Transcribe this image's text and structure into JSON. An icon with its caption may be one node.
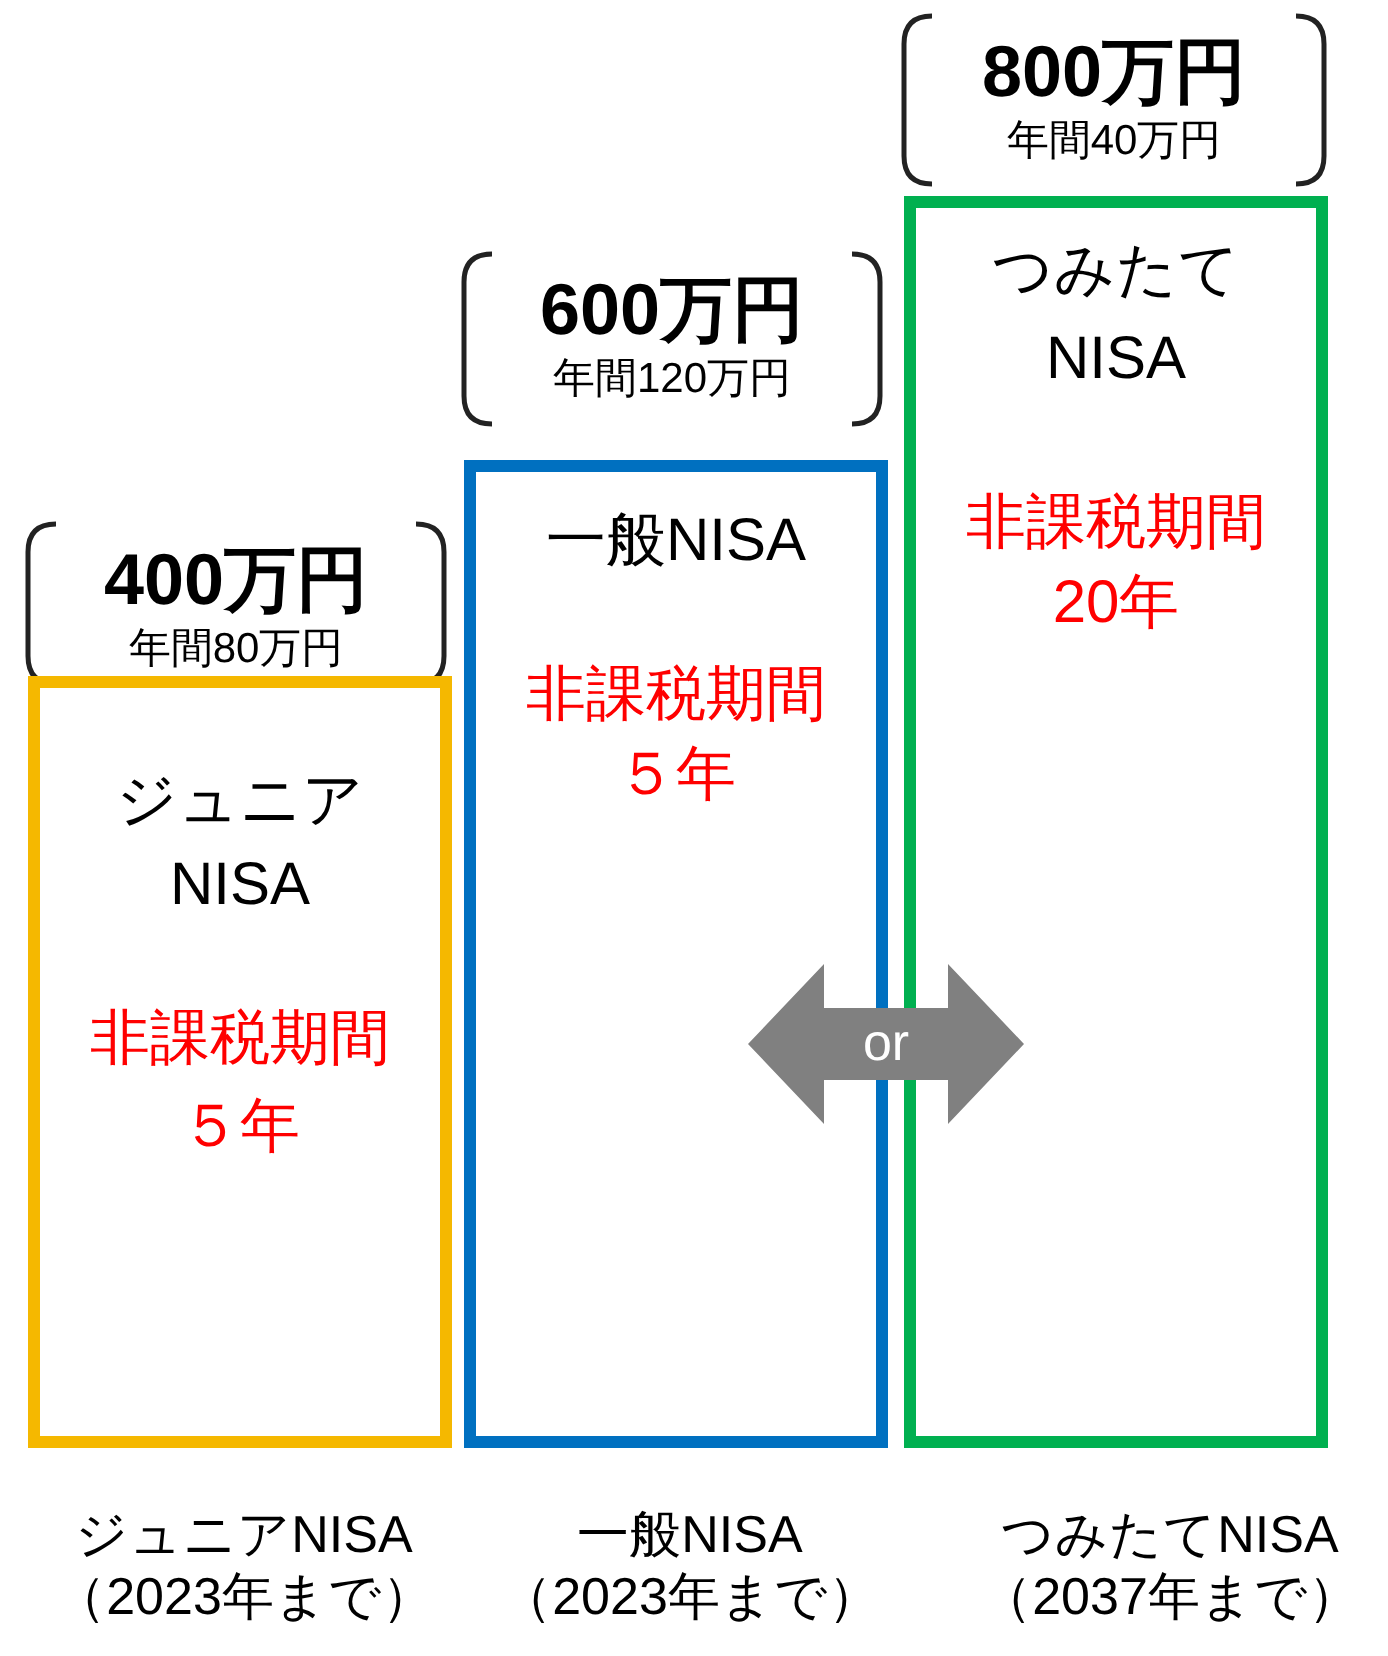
{
  "diagram": {
    "nodes": [
      {
        "text": [
          "ジュニアNISA",
          "非課税期間５年"
        ],
        "beside": [
          "400万円",
          "年間80万円",
          "ジュニアNISA（2023年まで）"
        ]
      },
      {
        "text": [
          "一般NISA",
          "非課税期間５年"
        ],
        "beside": [
          "600万円",
          "年間120万円",
          "一般NISA（2023年まで）"
        ]
      },
      {
        "text": [
          "つみたてNISA",
          "非課税期間20年"
        ],
        "beside": [
          "800万円",
          "年間40万円",
          "つみたてNISA（2037年まで）"
        ]
      }
    ],
    "edges": [
      {
        "from": 1,
        "to": 2,
        "arrow": "both",
        "label": "or"
      }
    ]
  }
}
